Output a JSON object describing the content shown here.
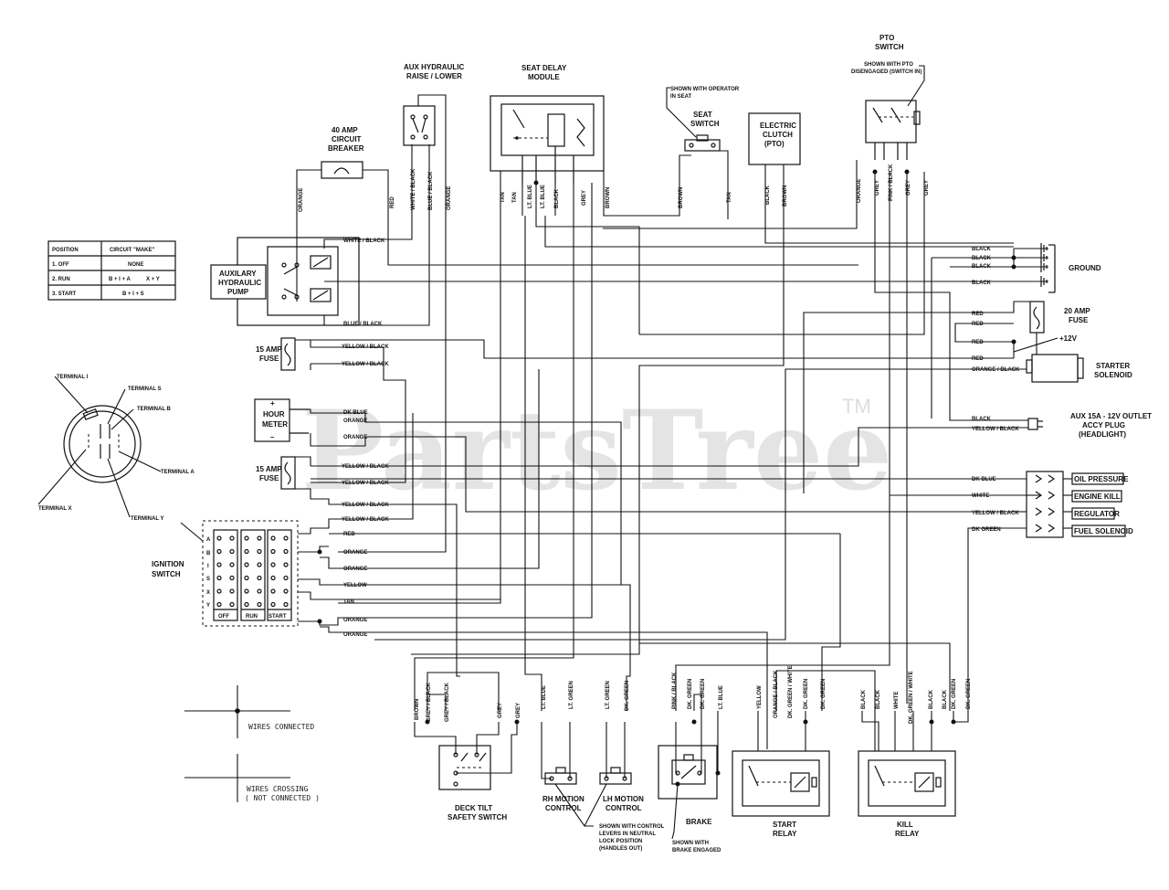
{
  "watermark": {
    "brand": "PartsTree",
    "tm": "TM"
  },
  "position_table": {
    "headers": [
      "POSITION",
      "CIRCUIT \"MAKE\""
    ],
    "rows": [
      {
        "position": "1. OFF",
        "make_a": "NONE",
        "make_b": ""
      },
      {
        "position": "2. RUN",
        "make_a": "B + I + A",
        "make_b": "X + Y"
      },
      {
        "position": "3. START",
        "make_a": "B + I + S",
        "make_b": ""
      }
    ]
  },
  "terminals": {
    "i": "TERMINAL I",
    "s": "TERMINAL S",
    "b": "TERMINAL B",
    "a": "TERMINAL A",
    "x": "TERMINAL X",
    "y": "TERMINAL Y"
  },
  "ignition": {
    "title_1": "IGNITION",
    "title_2": "SWITCH",
    "rows": [
      "A",
      "B",
      "I",
      "S",
      "X",
      "Y"
    ],
    "cols": [
      "OFF",
      "RUN",
      "START"
    ]
  },
  "components": {
    "aux_hyd_1": "AUX HYDRAULIC",
    "aux_hyd_2": "RAISE / LOWER",
    "seat_delay_1": "SEAT DELAY",
    "seat_delay_2": "MODULE",
    "seat_note_1": "SHOWN WITH OPERATOR",
    "seat_note_2": "IN SEAT",
    "seat_switch_1": "SEAT",
    "seat_switch_2": "SWITCH",
    "clutch_1": "ELECTRIC",
    "clutch_2": "CLUTCH",
    "clutch_3": "(PTO)",
    "pto_1": "PTO",
    "pto_2": "SWITCH",
    "pto_note_1": "SHOWN WITH PTO",
    "pto_note_2": "DISENGAGED (SWITCH IN)",
    "breaker_1": "40 AMP",
    "breaker_2": "CIRCUIT",
    "breaker_3": "BREAKER",
    "pump_1": "AUXILARY",
    "pump_2": "HYDRAULIC",
    "pump_3": "PUMP",
    "fuse15a_1": "15 AMP",
    "fuse15a_2": "FUSE",
    "hour_1": "HOUR",
    "hour_2": "METER",
    "hour_plus": "+",
    "hour_minus": "–",
    "fuse15b_1": "15 AMP",
    "fuse15b_2": "FUSE",
    "ground": "GROUND",
    "fuse20_1": "20 AMP",
    "fuse20_2": "FUSE",
    "plus12": "+12V",
    "starter_1": "STARTER",
    "starter_2": "SOLENOID",
    "aux15_1": "AUX 15A - 12V OUTLET",
    "aux15_2": "ACCY PLUG",
    "aux15_3": "(HEADLIGHT)",
    "oil": "OIL PRESSURE",
    "engine_kill": "ENGINE KILL",
    "regulator": "REGULATOR",
    "fuel": "FUEL SOLENOID",
    "deck_1": "DECK TILT",
    "deck_2": "SAFETY SWITCH",
    "rh_1": "RH MOTION",
    "rh_2": "CONTROL",
    "lh_1": "LH MOTION",
    "lh_2": "CONTROL",
    "motion_note_1": "SHOWN WITH CONTROL",
    "motion_note_2": "LEVERS IN NEUTRAL",
    "motion_note_3": "LOCK POSITION",
    "motion_note_4": "(HANDLES OUT)",
    "brake": "BRAKE",
    "brake_note_1": "SHOWN WITH",
    "brake_note_2": "BRAKE ENGAGED",
    "start_relay_1": "START",
    "start_relay_2": "RELAY",
    "kill_relay_1": "KILL",
    "kill_relay_2": "RELAY"
  },
  "legend": {
    "connected": "WIRES CONNECTED",
    "crossing_1": "WIRES CROSSING",
    "crossing_2": "( NOT CONNECTED )"
  },
  "wire_labels": {
    "orange": "ORANGE",
    "red": "RED",
    "white_black": "WHITE / BLACK",
    "blue_black": "BLUE / BLACK",
    "tan": "TAN",
    "lt_blue": "LT. BLUE",
    "black": "BLACK",
    "grey": "GREY",
    "brown": "BROWN",
    "pink_black": "PINK / BLACK",
    "yellow_black": "YELLOW / BLACK",
    "dk_blue": "DK BLUE",
    "orange_black": "ORANGE / BLACK",
    "white": "WHITE",
    "dk_green": "DK GREEN",
    "yellow": "YELLOW",
    "grey_black": "GREY / BLACK",
    "lt_green": "LT. GREEN",
    "dk_green2": "DK. GREEN",
    "orange_black2": "ORANGE / BLACK",
    "dk_green_white": "DK. GREEN / WHITE",
    "dk_green_white2": "DK. GREEN / WHITE"
  }
}
